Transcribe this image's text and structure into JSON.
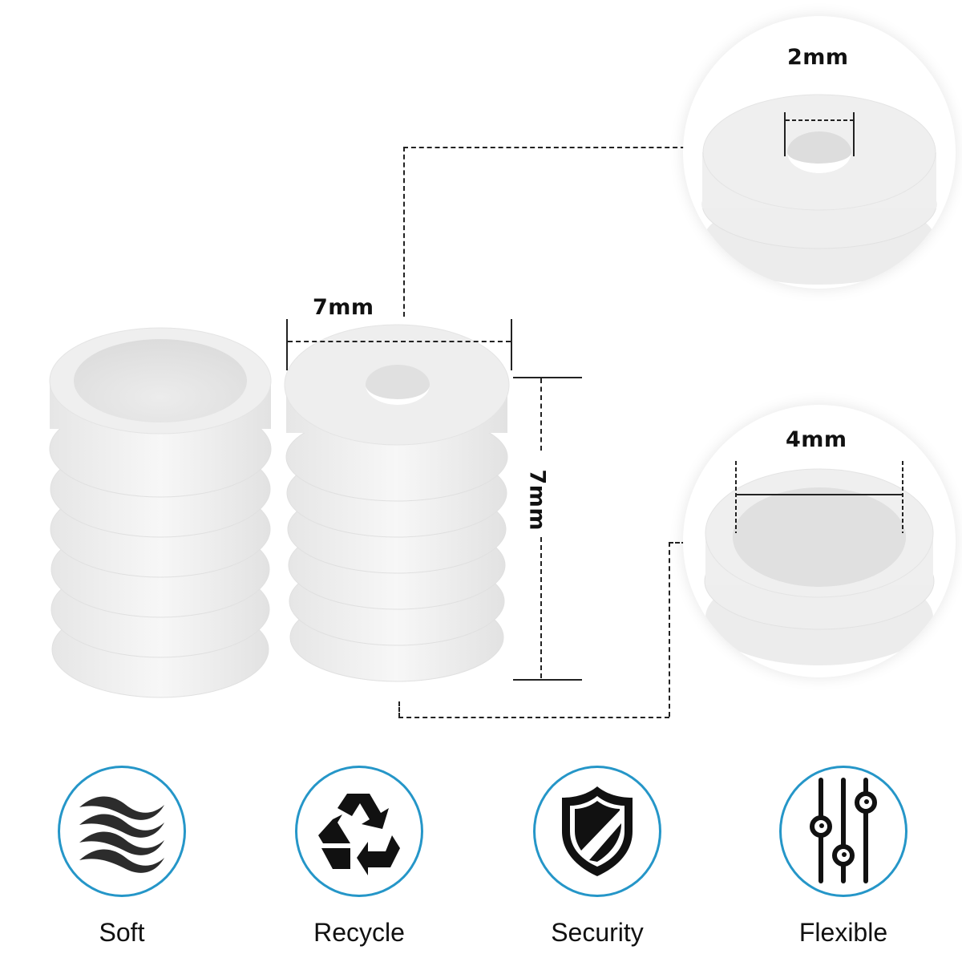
{
  "dimensions": {
    "outer_diameter": "7mm",
    "height": "7mm",
    "small_hole": "2mm",
    "large_hole": "4mm"
  },
  "features": [
    {
      "label": "Soft",
      "icon": "waves-icon"
    },
    {
      "label": "Recycle",
      "icon": "recycle-icon"
    },
    {
      "label": "Security",
      "icon": "shield-icon"
    },
    {
      "label": "Flexible",
      "icon": "sliders-icon"
    }
  ],
  "colors": {
    "ring_accent": "#2596c8",
    "product_white": "#f2f2f2",
    "line_color": "#222222"
  }
}
